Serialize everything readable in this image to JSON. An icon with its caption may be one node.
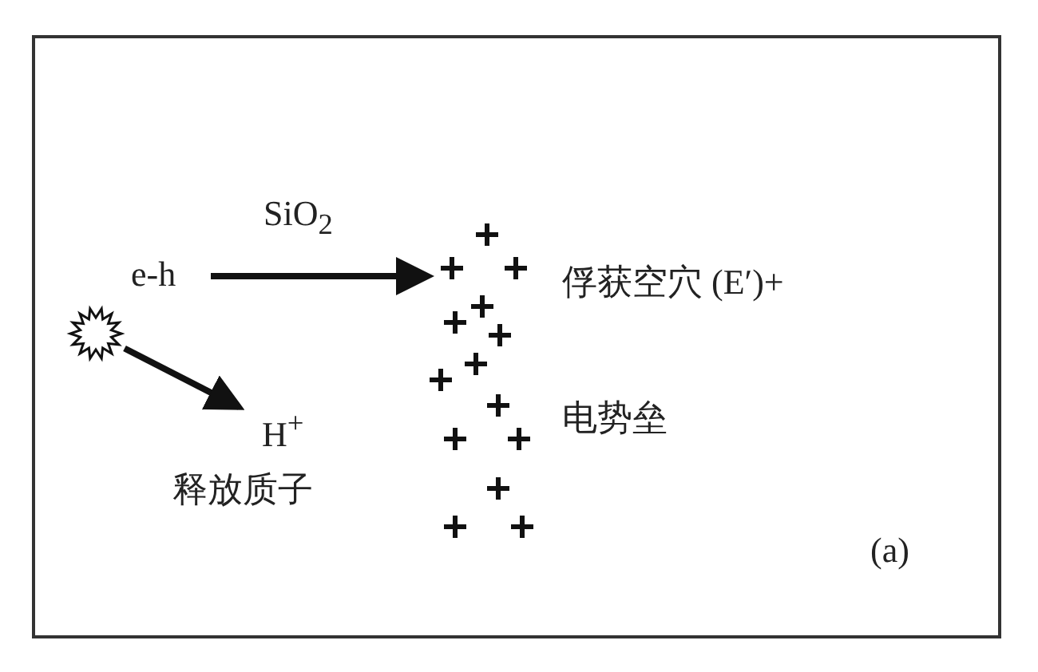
{
  "diagram": {
    "nodes": [
      {
        "text": [
          "e-h"
        ]
      },
      {
        "text": [],
        "shape": "star"
      },
      {
        "text": [
          "H$^{+}$",
          "释放质子"
        ]
      },
      {
        "text": [],
        "shape": "picture",
        "beside": [
          "俘获空穴 (E′)+",
          "电势垒"
        ]
      }
    ],
    "edges": [
      {
        "from": 0,
        "to": 3,
        "arrow": "to",
        "label": "SiO$_{2}$"
      },
      {
        "from": 1,
        "to": 2,
        "arrow": "to"
      }
    ],
    "labels": [
      "(a)"
    ]
  }
}
